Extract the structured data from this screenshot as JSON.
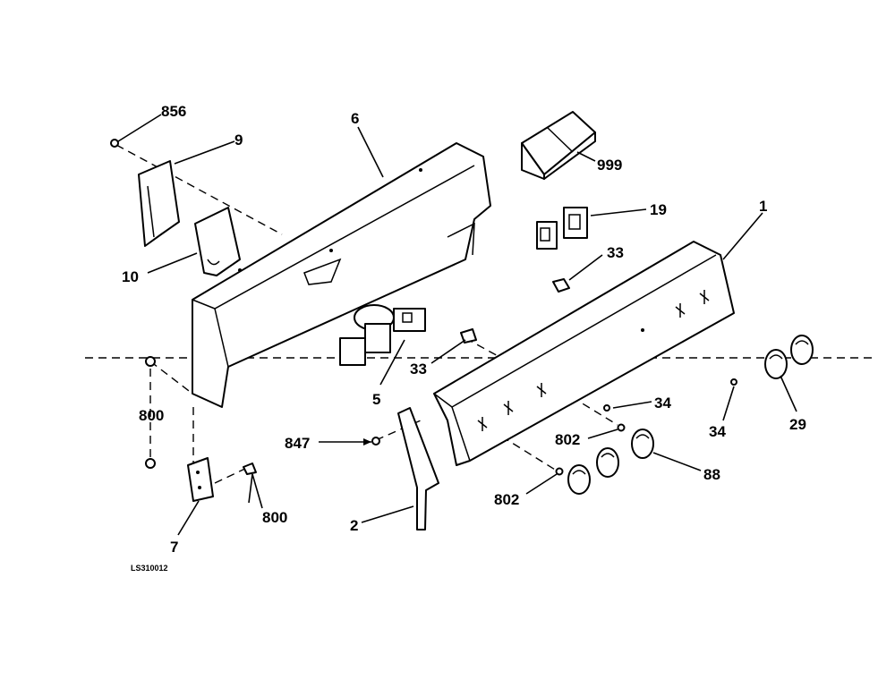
{
  "labels": {
    "p856": "856",
    "p9": "9",
    "p6": "6",
    "p999": "999",
    "p19": "19",
    "p1": "1",
    "p10": "10",
    "p33a": "33",
    "p33b": "33",
    "p5": "5",
    "p34a": "34",
    "p34b": "34",
    "p29": "29",
    "p800a": "800",
    "p800b": "800",
    "p847": "847",
    "p802a": "802",
    "p802b": "802",
    "p88": "88",
    "p2": "2",
    "p7": "7"
  },
  "drawing_code": "LS310012"
}
